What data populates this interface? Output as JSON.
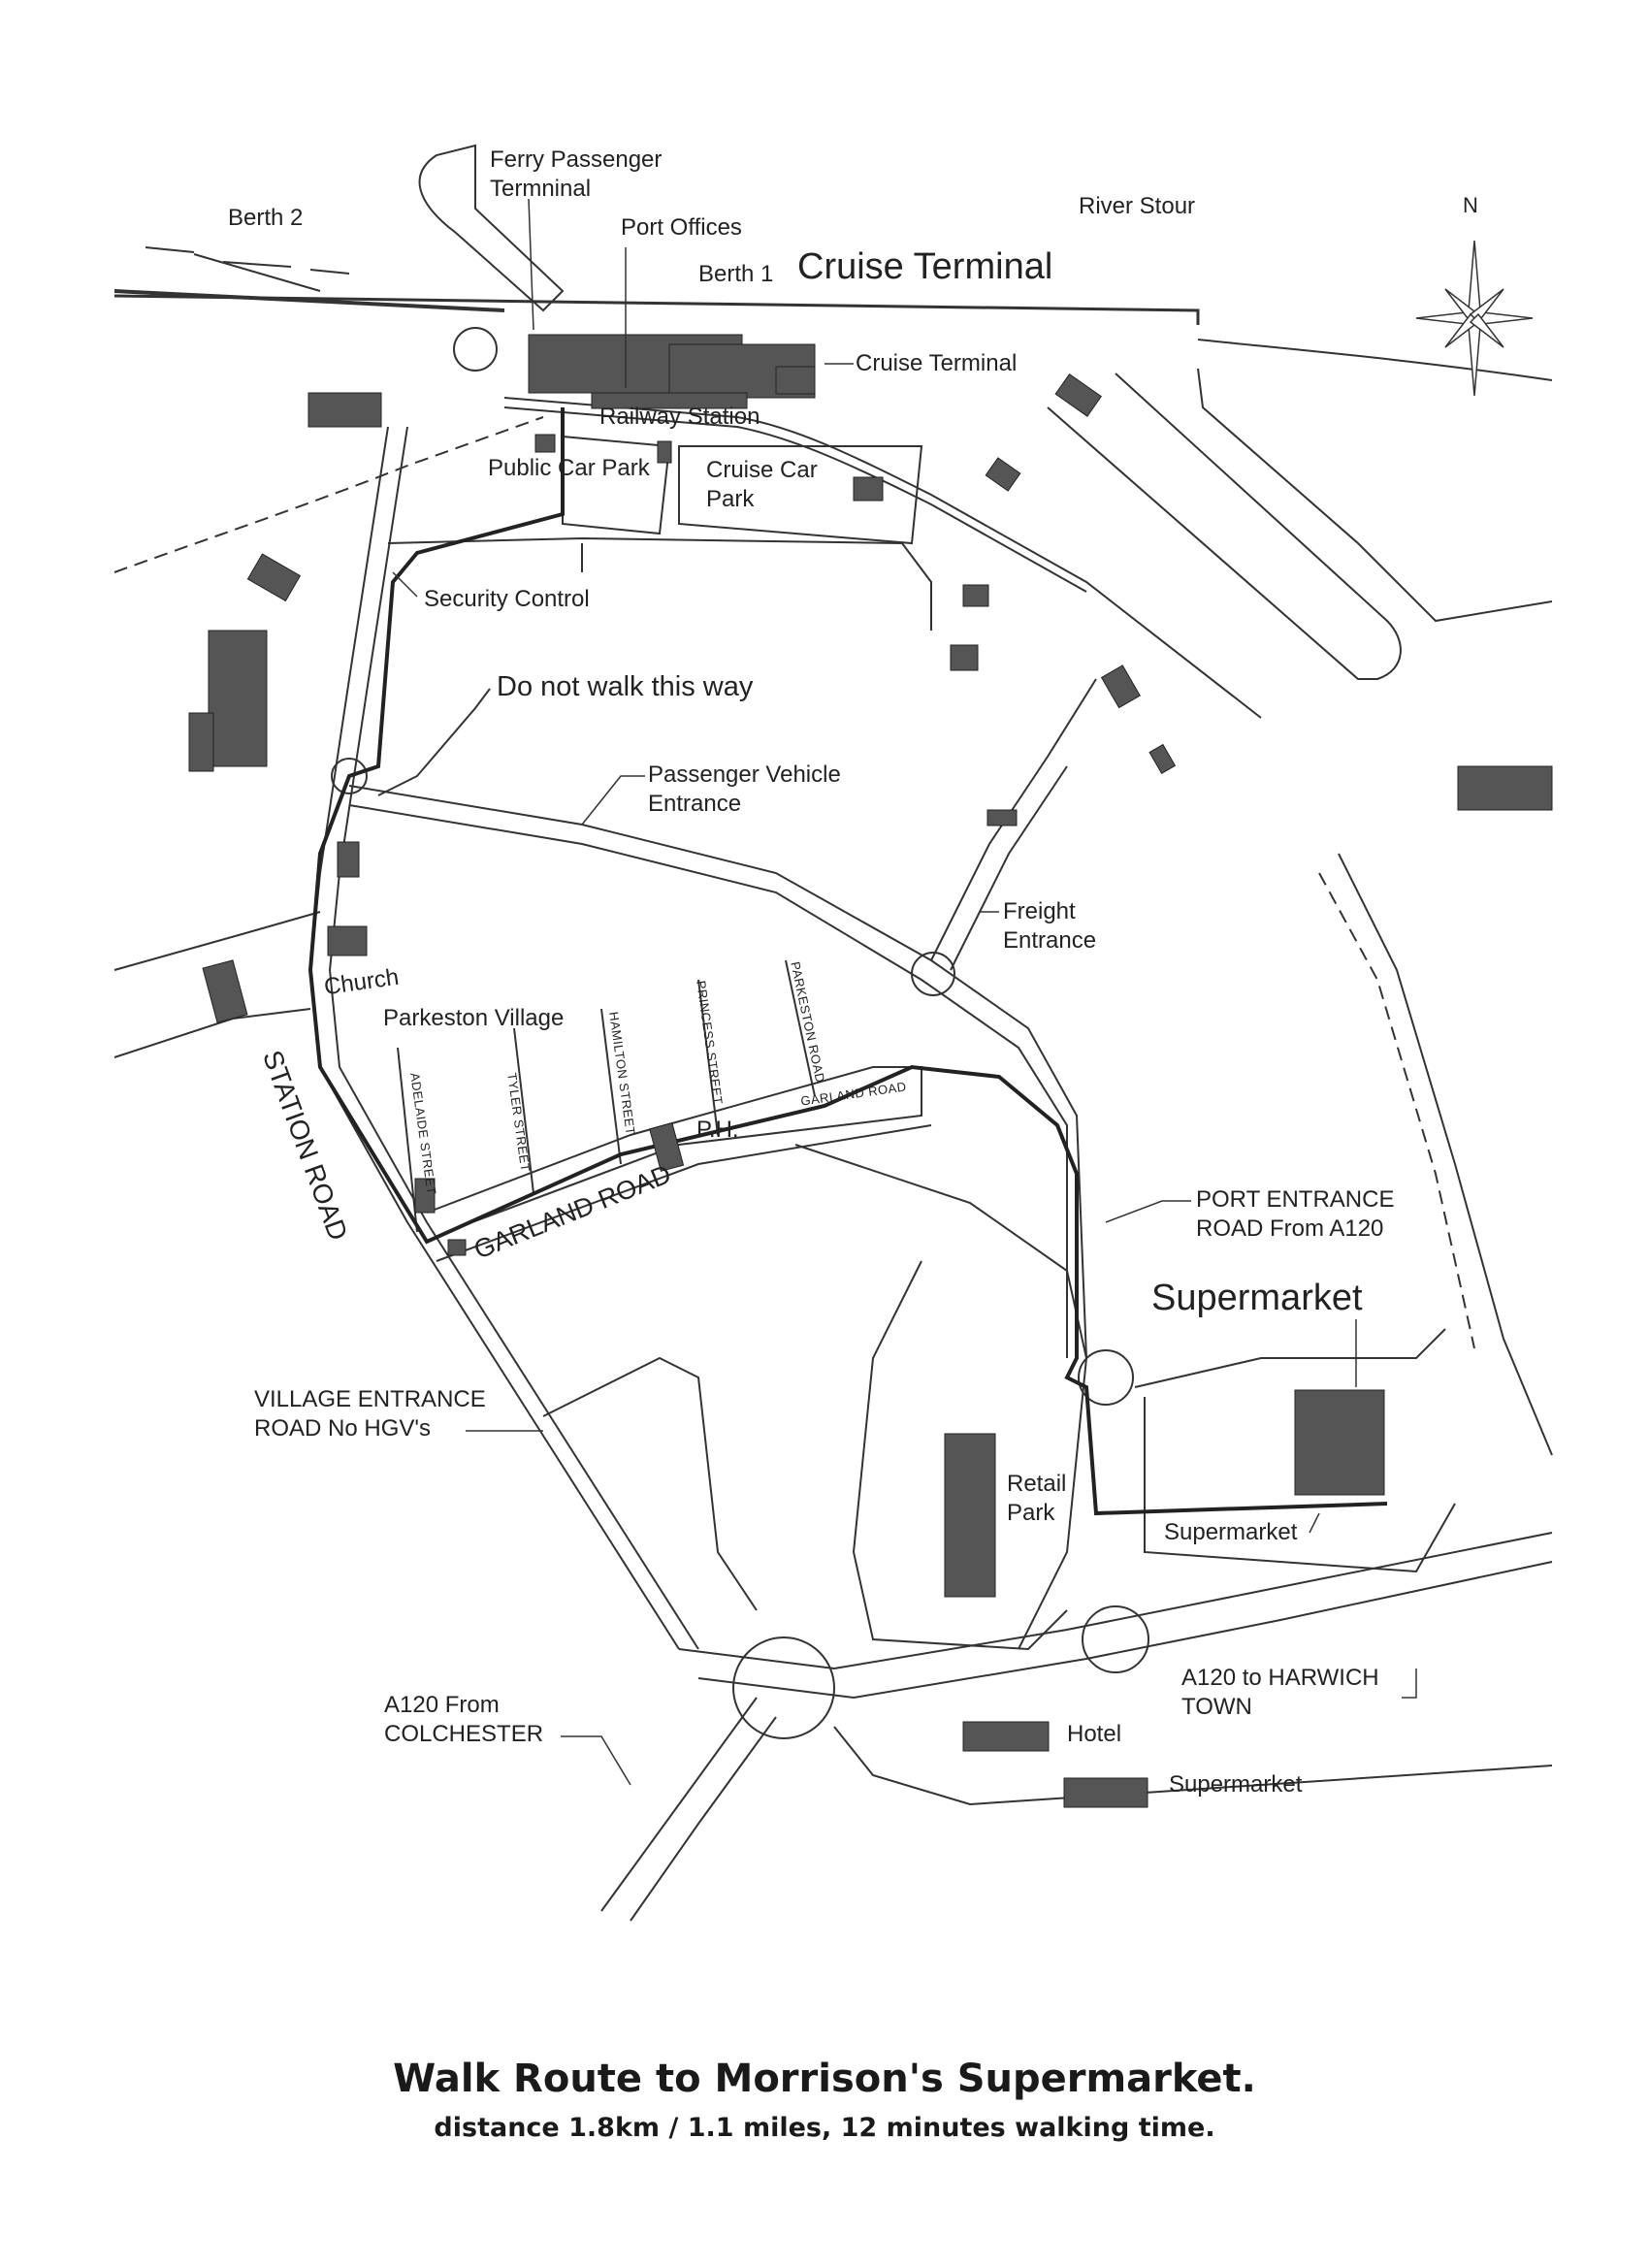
{
  "map": {
    "north_label": "N",
    "labels": {
      "ferry_terminal": "Ferry Passenger\nTermninal",
      "berth2": "Berth 2",
      "port_offices": "Port Offices",
      "berth1": "Berth 1",
      "cruise_terminal_big": "Cruise Terminal",
      "river_stour": "River Stour",
      "cruise_terminal": "Cruise Terminal",
      "railway_station": "Railway Station",
      "public_car_park": "Public Car Park",
      "cruise_car_park": "Cruise Car\nPark",
      "security_control": "Security Control",
      "do_not_walk": "Do not walk this way",
      "passenger_vehicle_entrance": "Passenger Vehicle\nEntrance",
      "freight_entrance": "Freight\nEntrance",
      "church": "Church",
      "parkeston_village": "Parkeston Village",
      "station_road": "STATION ROAD",
      "garland_road": "GARLAND ROAD",
      "garland_road_small": "GARLAND ROAD",
      "ph": "P.H.",
      "adelaide_street": "ADELAIDE STREET",
      "tyler_street": "TYLER STREET",
      "hamilton_street": "HAMILTON STREET",
      "princess_street": "PRINCESS STREET",
      "parkeston_road": "PARKESTON ROAD",
      "port_entrance_road": "PORT ENTRANCE\nROAD From A120",
      "supermarket_big": "Supermarket",
      "village_entrance_road": "VILLAGE ENTRANCE\nROAD No HGV's",
      "retail_park": "Retail\nPark",
      "supermarket_small": "Supermarket",
      "a120_to_harwich": "A120 to HARWICH\nTOWN",
      "a120_from_colchester": "A120 From\nCOLCHESTER",
      "hotel": "Hotel",
      "supermarket_bottom": "Supermarket"
    },
    "title": "Walk Route to Morrison's Supermarket.",
    "subtitle": "distance 1.8km / 1.1 miles, 12 minutes walking time."
  }
}
